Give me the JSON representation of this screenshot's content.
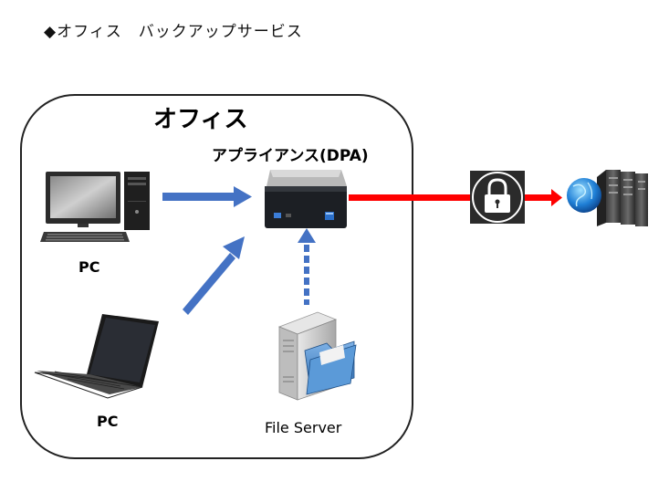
{
  "title": "◆オフィス　バックアップサービス",
  "office": {
    "label": "オフィス",
    "appliance_label": "アプライアンス(DPA)",
    "pc_desktop_label": "PC",
    "pc_laptop_label": "PC",
    "file_server_label": "File Server"
  },
  "icons": {
    "desktop": "desktop-pc-icon",
    "laptop": "laptop-pc-icon",
    "appliance": "mini-pc-appliance-icon",
    "file_server": "file-server-icon",
    "lock": "lock-icon",
    "cloud": "cloud-datacenter-icon"
  },
  "colors": {
    "blue_arrow": "#4472c4",
    "red_line": "#ff0000",
    "box_border": "#222222"
  }
}
